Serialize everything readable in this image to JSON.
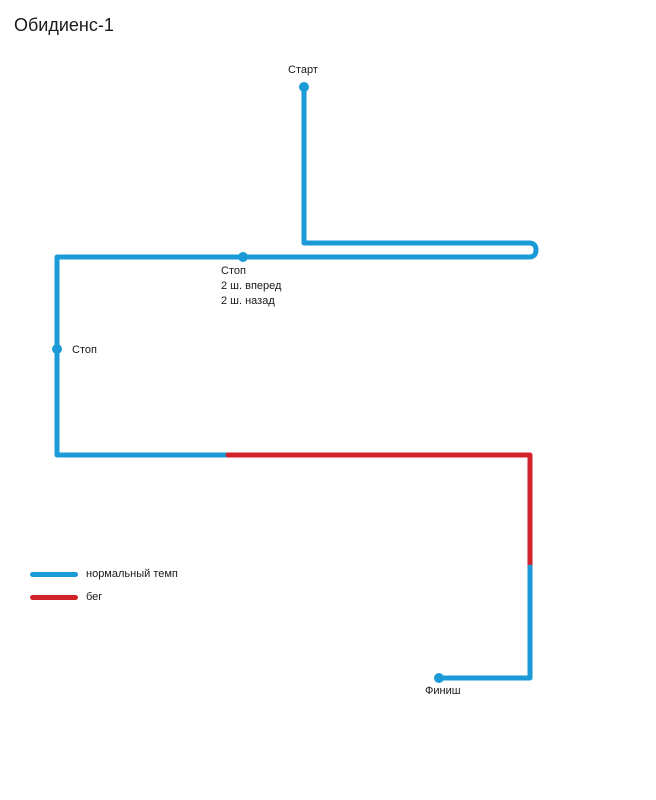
{
  "title": "Обидиенс-1",
  "colors": {
    "normal": "#1a9ad6",
    "run": "#d2232a"
  },
  "labels": {
    "start": "Старт",
    "stop1": "Стоп",
    "stop1_line2": "2 ш. вперед",
    "stop1_line3": "2 ш. назад",
    "stop2": "Стоп",
    "finish": "Финиш"
  },
  "legend": [
    {
      "label": "нормальный темп",
      "style": "normal"
    },
    {
      "label": "бег",
      "style": "run"
    }
  ]
}
